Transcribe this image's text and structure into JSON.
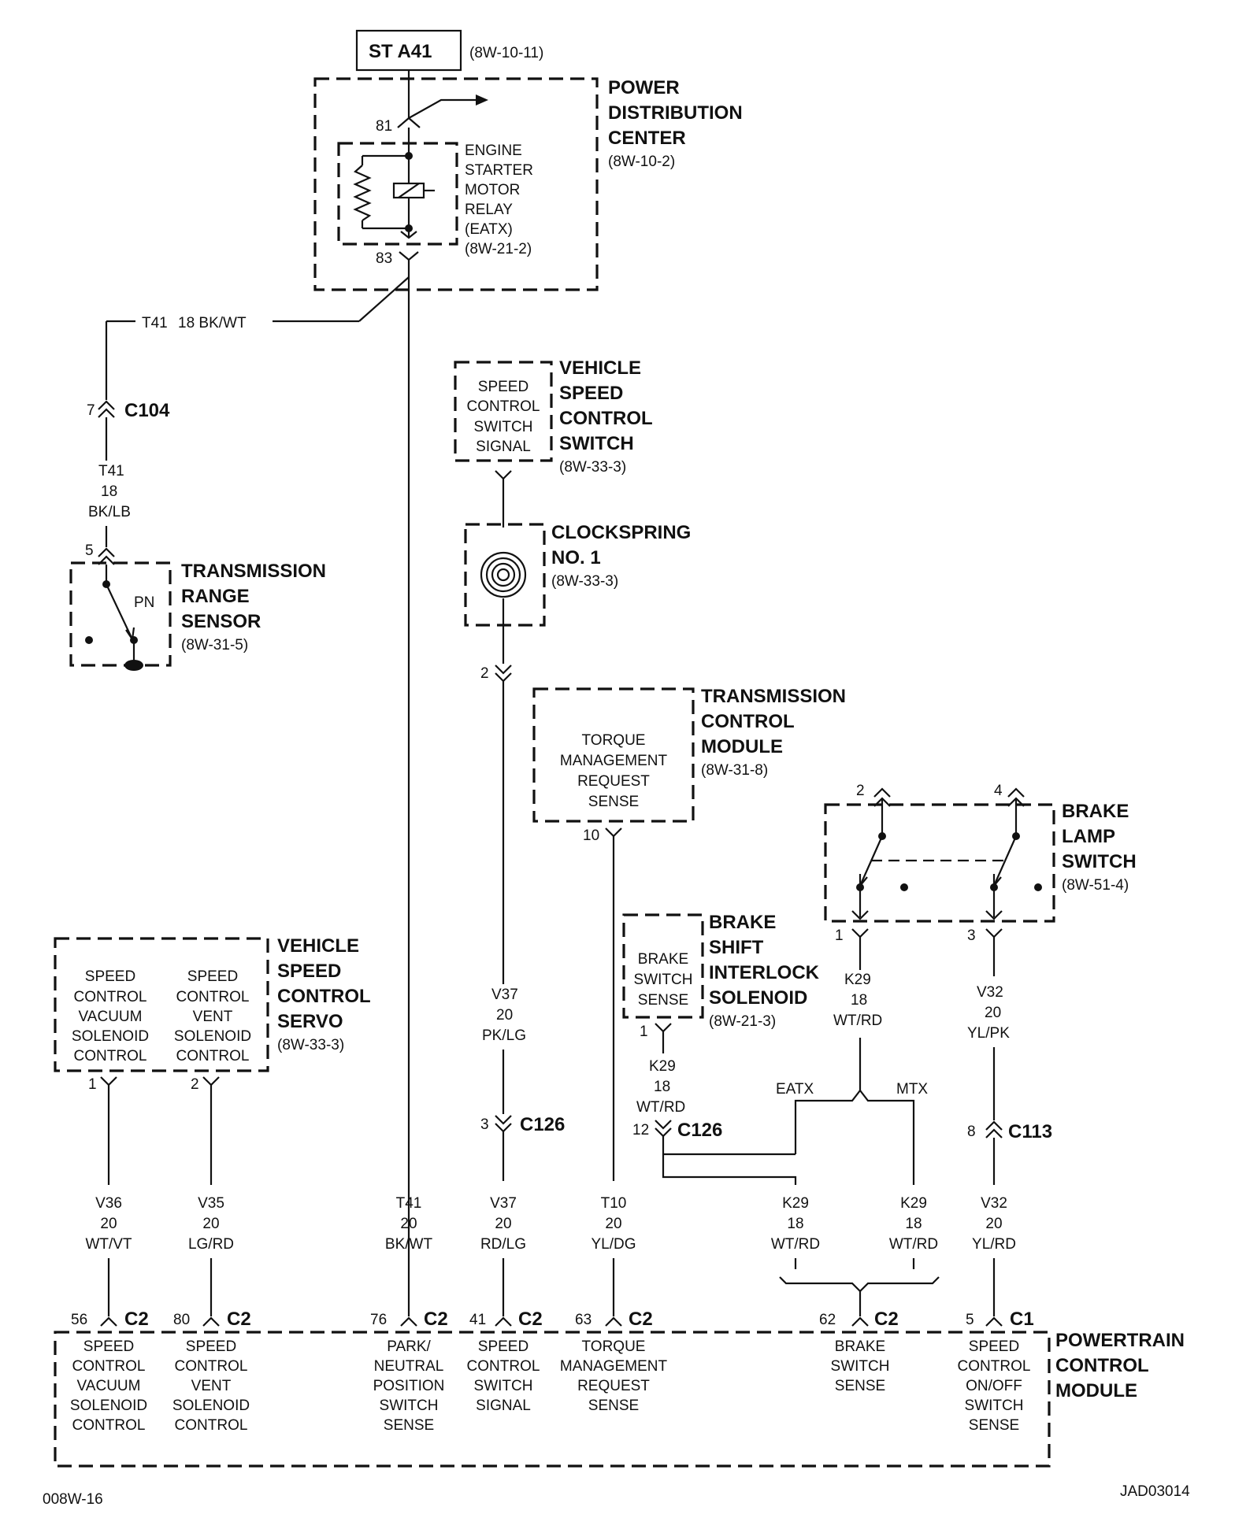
{
  "figure_code_left": "008W-16",
  "figure_code_right": "JAD03014",
  "st_a41": {
    "label": "ST A41",
    "ref": "(8W-10-11)"
  },
  "pdc": {
    "line1": "POWER",
    "line2": "DISTRIBUTION",
    "line3": "CENTER",
    "ref": "(8W-10-2)",
    "pin_top": "81",
    "pin_bottom": "83"
  },
  "relay": {
    "l1": "ENGINE",
    "l2": "STARTER",
    "l3": "MOTOR",
    "l4": "RELAY",
    "l5": "(EATX)",
    "ref": "(8W-21-2)"
  },
  "wire_t41_top": {
    "circuit": "T41",
    "gauge_color": "18 BK/WT"
  },
  "c104": {
    "pin": "7",
    "name": "C104"
  },
  "wire_t41_lb": {
    "circuit": "T41",
    "gauge": "18",
    "color": "BK/LB"
  },
  "trs": {
    "l1": "TRANSMISSION",
    "l2": "RANGE",
    "l3": "SENSOR",
    "ref": "(8W-31-5)",
    "pin": "5",
    "pn": "PN"
  },
  "vscs": {
    "l1": "VEHICLE",
    "l2": "SPEED",
    "l3": "CONTROL",
    "l4": "SWITCH",
    "ref": "(8W-33-3)",
    "in1": "SPEED",
    "in2": "CONTROL",
    "in3": "SWITCH",
    "in4": "SIGNAL"
  },
  "clockspring": {
    "l1": "CLOCKSPRING",
    "l2": "NO. 1",
    "ref": "(8W-33-3)",
    "pin": "2"
  },
  "tcm": {
    "l1": "TRANSMISSION",
    "l2": "CONTROL",
    "l3": "MODULE",
    "ref": "(8W-31-8)",
    "in1": "TORQUE",
    "in2": "MANAGEMENT",
    "in3": "REQUEST",
    "in4": "SENSE",
    "pin": "10"
  },
  "bls": {
    "l1": "BRAKE",
    "l2": "LAMP",
    "l3": "SWITCH",
    "ref": "(8W-51-4)",
    "pin_t1": "2",
    "pin_t2": "4",
    "pin_b1": "1",
    "pin_b2": "3"
  },
  "bsis": {
    "l1": "BRAKE",
    "l2": "SHIFT",
    "l3": "INTERLOCK",
    "l4": "SOLENOID",
    "ref": "(8W-21-3)",
    "in1": "BRAKE",
    "in2": "SWITCH",
    "in3": "SENSE",
    "pin": "1"
  },
  "servo": {
    "l1": "VEHICLE",
    "l2": "SPEED",
    "l3": "CONTROL",
    "l4": "SERVO",
    "ref": "(8W-33-3)",
    "a1": "SPEED",
    "a2": "CONTROL",
    "a3": "VACUUM",
    "a4": "SOLENOID",
    "a5": "CONTROL",
    "b1": "SPEED",
    "b2": "CONTROL",
    "b3": "VENT",
    "b4": "SOLENOID",
    "b5": "CONTROL",
    "pin1": "1",
    "pin2": "2"
  },
  "wire_v37_upper": {
    "circuit": "V37",
    "gauge": "20",
    "color": "PK/LG"
  },
  "c126a": {
    "pin": "3",
    "name": "C126"
  },
  "wire_k29_bsis": {
    "circuit": "K29",
    "gauge": "18",
    "color": "WT/RD"
  },
  "c126b": {
    "pin": "12",
    "name": "C126"
  },
  "wire_k29_bls": {
    "circuit": "K29",
    "gauge": "18",
    "color": "WT/RD"
  },
  "wire_v32_upper": {
    "circuit": "V32",
    "gauge": "20",
    "color": "YL/PK"
  },
  "c113": {
    "pin": "8",
    "name": "C113"
  },
  "eatx": "EATX",
  "mtx": "MTX",
  "bottom_wires": [
    {
      "circuit": "V36",
      "gauge": "20",
      "color": "WT/VT"
    },
    {
      "circuit": "V35",
      "gauge": "20",
      "color": "LG/RD"
    },
    {
      "circuit": "T41",
      "gauge": "20",
      "color": "BK/WT"
    },
    {
      "circuit": "V37",
      "gauge": "20",
      "color": "RD/LG"
    },
    {
      "circuit": "T10",
      "gauge": "20",
      "color": "YL/DG"
    },
    {
      "circuit": "K29",
      "gauge": "18",
      "color": "WT/RD"
    },
    {
      "circuit": "K29",
      "gauge": "18",
      "color": "WT/RD"
    },
    {
      "circuit": "V32",
      "gauge": "20",
      "color": "YL/RD"
    }
  ],
  "pcm_pins": [
    {
      "pin": "56",
      "conn": "C2"
    },
    {
      "pin": "80",
      "conn": "C2"
    },
    {
      "pin": "76",
      "conn": "C2"
    },
    {
      "pin": "41",
      "conn": "C2"
    },
    {
      "pin": "63",
      "conn": "C2"
    },
    {
      "pin": "62",
      "conn": "C2"
    },
    {
      "pin": "5",
      "conn": "C1"
    }
  ],
  "pcm": {
    "l1": "POWERTRAIN",
    "l2": "CONTROL",
    "l3": "MODULE",
    "f1": [
      "SPEED",
      "CONTROL",
      "VACUUM",
      "SOLENOID",
      "CONTROL"
    ],
    "f2": [
      "SPEED",
      "CONTROL",
      "VENT",
      "SOLENOID",
      "CONTROL"
    ],
    "f3": [
      "PARK/",
      "NEUTRAL",
      "POSITION",
      "SWITCH",
      "SENSE"
    ],
    "f4": [
      "SPEED",
      "CONTROL",
      "SWITCH",
      "SIGNAL"
    ],
    "f5": [
      "TORQUE",
      "MANAGEMENT",
      "REQUEST",
      "SENSE"
    ],
    "f6": [
      "BRAKE",
      "SWITCH",
      "SENSE"
    ],
    "f7": [
      "SPEED",
      "CONTROL",
      "ON/OFF",
      "SWITCH",
      "SENSE"
    ]
  }
}
